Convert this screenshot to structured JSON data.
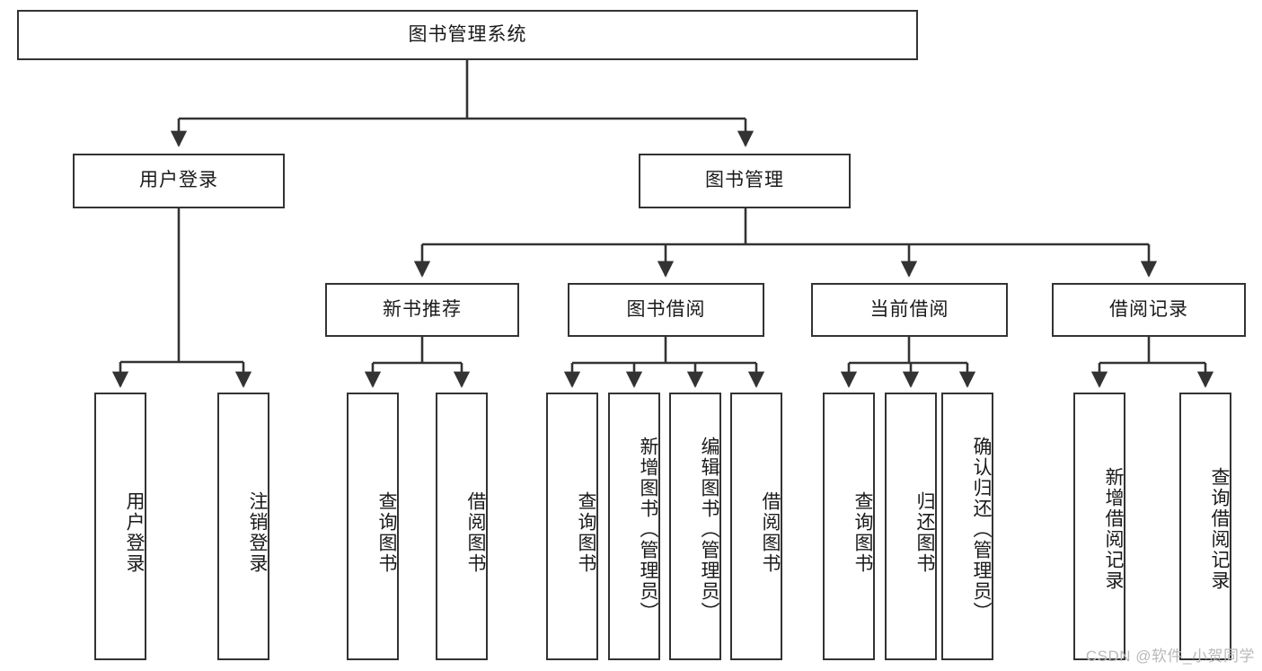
{
  "diagram": {
    "title": "图书管理系统",
    "type": "tree-hierarchy-chart",
    "watermark": "CSDN @软件_小贺同学",
    "stroke_color": "#333333",
    "fill_color": "#ffffff",
    "text_color": "#1a1a1a",
    "root": {
      "label": "图书管理系统"
    },
    "level2": [
      {
        "label": "用户登录"
      },
      {
        "label": "图书管理"
      }
    ],
    "level3": [
      {
        "label": "新书推荐"
      },
      {
        "label": "图书借阅"
      },
      {
        "label": "当前借阅"
      },
      {
        "label": "借阅记录"
      }
    ],
    "leaves": {
      "user_login": [
        {
          "label": "用户登录"
        },
        {
          "label": "注销登录"
        }
      ],
      "new_book_recommend": [
        {
          "label": "查询图书"
        },
        {
          "label": "借阅图书"
        }
      ],
      "book_borrow": [
        {
          "label": "查询图书"
        },
        {
          "label": "新增图书（管理员）"
        },
        {
          "label": "编辑图书（管理员）"
        },
        {
          "label": "借阅图书"
        }
      ],
      "current_borrow": [
        {
          "label": "查询图书"
        },
        {
          "label": "归还图书"
        },
        {
          "label": "确认归还（管理员）"
        }
      ],
      "borrow_record": [
        {
          "label": "新增借阅记录"
        },
        {
          "label": "查询借阅记录"
        }
      ]
    }
  }
}
